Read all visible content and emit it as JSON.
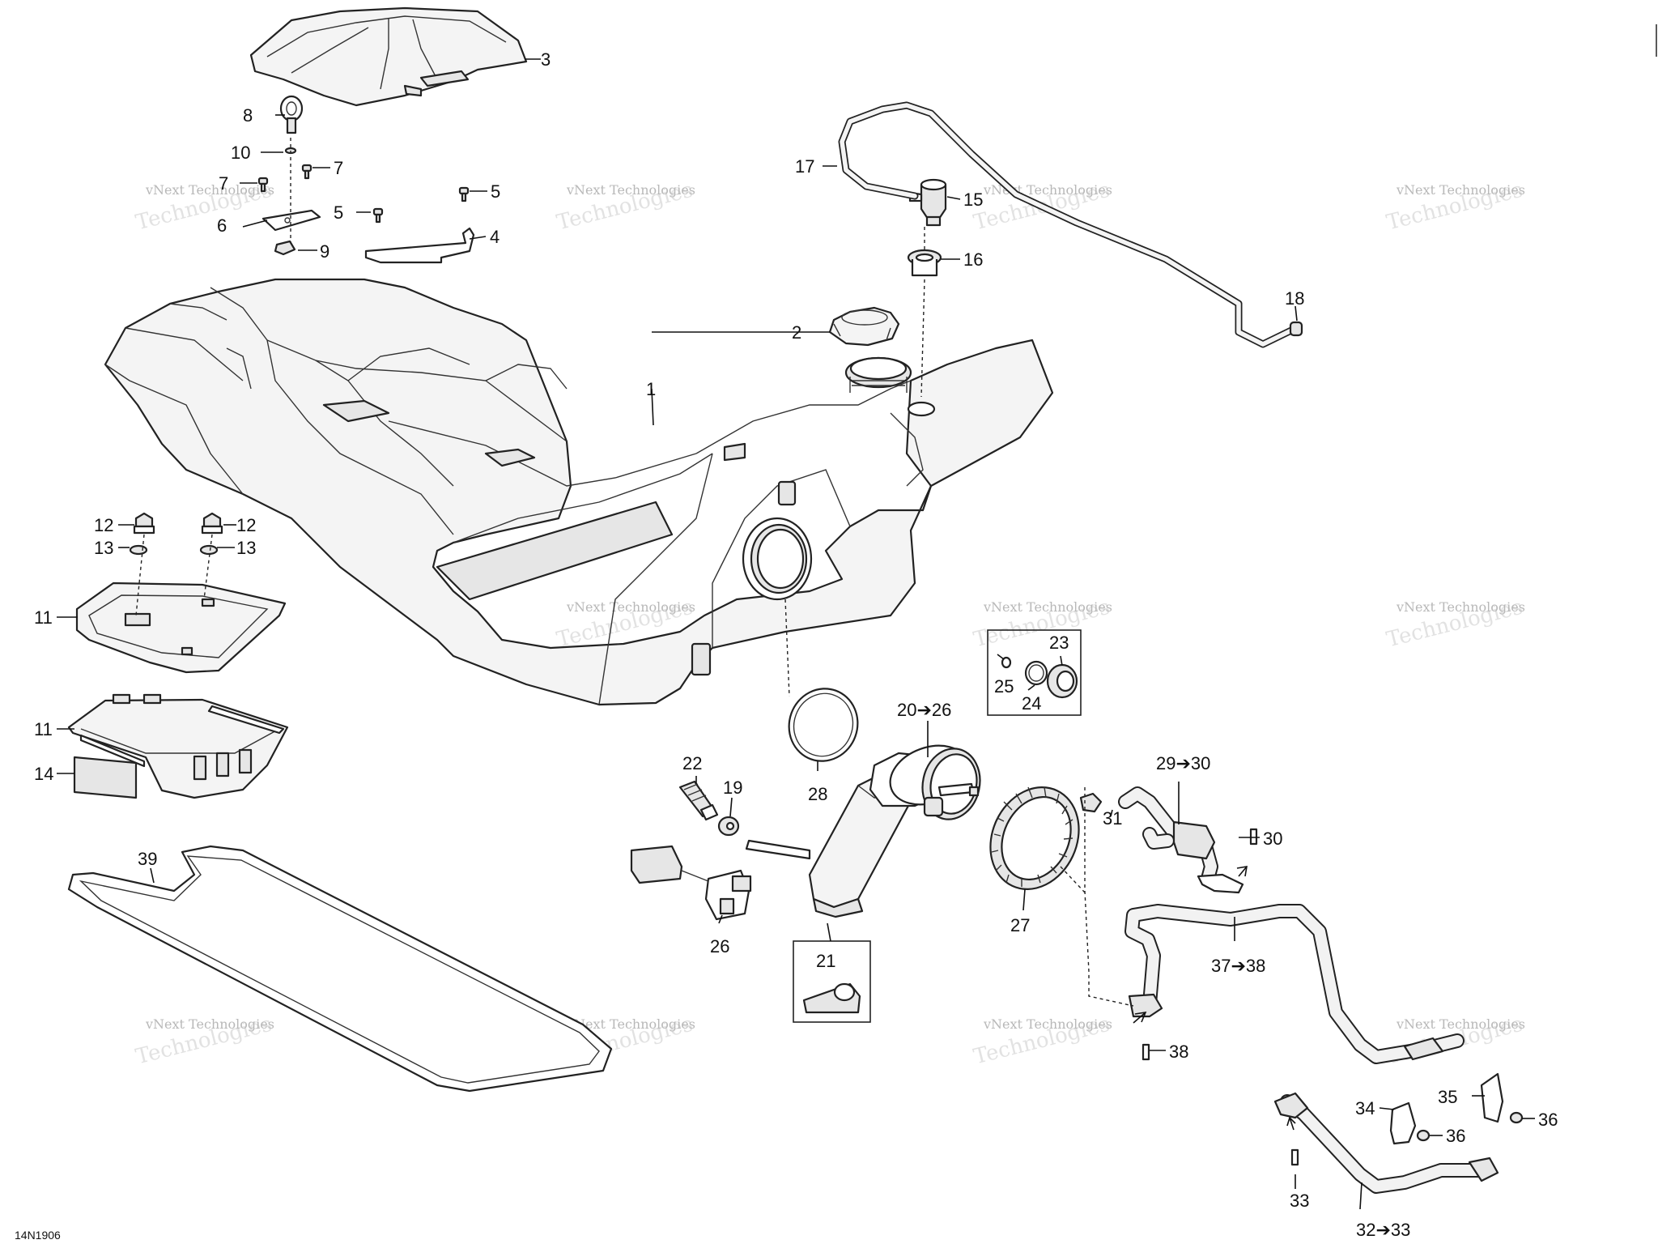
{
  "diagram": {
    "drawing_code": "14N1906",
    "callouts": [
      {
        "id": "c1",
        "text": "1"
      },
      {
        "id": "c2",
        "text": "2"
      },
      {
        "id": "c3",
        "text": "3"
      },
      {
        "id": "c4",
        "text": "4"
      },
      {
        "id": "c5a",
        "text": "5"
      },
      {
        "id": "c5b",
        "text": "5"
      },
      {
        "id": "c6",
        "text": "6"
      },
      {
        "id": "c7a",
        "text": "7"
      },
      {
        "id": "c7b",
        "text": "7"
      },
      {
        "id": "c8",
        "text": "8"
      },
      {
        "id": "c9",
        "text": "9"
      },
      {
        "id": "c10",
        "text": "10"
      },
      {
        "id": "c11a",
        "text": "11"
      },
      {
        "id": "c11b",
        "text": "11"
      },
      {
        "id": "c12a",
        "text": "12"
      },
      {
        "id": "c12b",
        "text": "12"
      },
      {
        "id": "c13a",
        "text": "13"
      },
      {
        "id": "c13b",
        "text": "13"
      },
      {
        "id": "c14",
        "text": "14"
      },
      {
        "id": "c15",
        "text": "15"
      },
      {
        "id": "c16",
        "text": "16"
      },
      {
        "id": "c17",
        "text": "17"
      },
      {
        "id": "c18",
        "text": "18"
      },
      {
        "id": "c19",
        "text": "19"
      },
      {
        "id": "c20",
        "text": "20➔26"
      },
      {
        "id": "c21",
        "text": "21"
      },
      {
        "id": "c22",
        "text": "22"
      },
      {
        "id": "c23",
        "text": "23"
      },
      {
        "id": "c24",
        "text": "24"
      },
      {
        "id": "c25",
        "text": "25"
      },
      {
        "id": "c26",
        "text": "26"
      },
      {
        "id": "c27",
        "text": "27"
      },
      {
        "id": "c28",
        "text": "28"
      },
      {
        "id": "c29",
        "text": "29➔30"
      },
      {
        "id": "c30",
        "text": "30"
      },
      {
        "id": "c31",
        "text": "31"
      },
      {
        "id": "c32",
        "text": "32➔33"
      },
      {
        "id": "c33",
        "text": "33"
      },
      {
        "id": "c34",
        "text": "34"
      },
      {
        "id": "c35",
        "text": "35"
      },
      {
        "id": "c36a",
        "text": "36"
      },
      {
        "id": "c36b",
        "text": "36"
      },
      {
        "id": "c37",
        "text": "37➔38"
      },
      {
        "id": "c38",
        "text": "38"
      },
      {
        "id": "c39",
        "text": "39"
      }
    ],
    "watermark": {
      "line1": "vNext Technologies",
      "line2": "Technologies"
    }
  }
}
